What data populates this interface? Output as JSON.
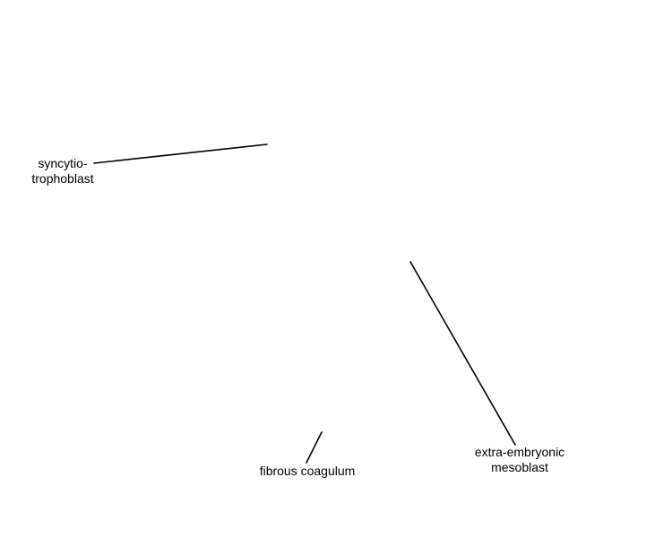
{
  "labels": {
    "syncytiotrophoblast": {
      "line1": "syncytio-",
      "line2": "trophoblast"
    },
    "fibrous_coagulum": {
      "line1": "fibrous coagulum"
    },
    "extra_embryonic_mesoblast": {
      "line1": "extra-embryonic",
      "line2": "mesoblast"
    }
  },
  "colors": {
    "line": "#000000",
    "text": "#000000",
    "background": "#ffffff"
  }
}
